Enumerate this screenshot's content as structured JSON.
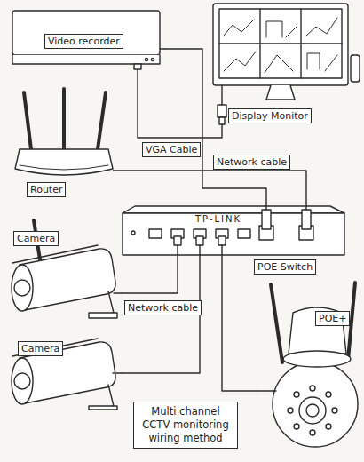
{
  "diagram": {
    "caption": "Multi channel CCTV monitoring wiring method",
    "nodes": [
      {
        "text": [
          "Video recorder"
        ]
      },
      {
        "text": [
          "Display Monitor"
        ]
      },
      {
        "text": [
          "Router"
        ]
      },
      {
        "text": [
          "TP-LINK",
          "POE Switch"
        ]
      },
      {
        "text": [
          "Camera"
        ]
      },
      {
        "text": [
          "Camera"
        ]
      },
      {
        "text": [
          "POE+"
        ]
      }
    ],
    "edges": [
      {
        "from": 0,
        "to": 1,
        "arrow": "none",
        "label": "VGA Cable"
      },
      {
        "from": 2,
        "to": 3,
        "arrow": "none",
        "label": "Network cable"
      },
      {
        "from": 0,
        "to": 3,
        "arrow": "none"
      },
      {
        "from": 3,
        "to": 4,
        "arrow": "none",
        "label": "Network cable"
      },
      {
        "from": 3,
        "to": 5,
        "arrow": "none"
      },
      {
        "from": 3,
        "to": 6,
        "arrow": "none"
      }
    ]
  }
}
